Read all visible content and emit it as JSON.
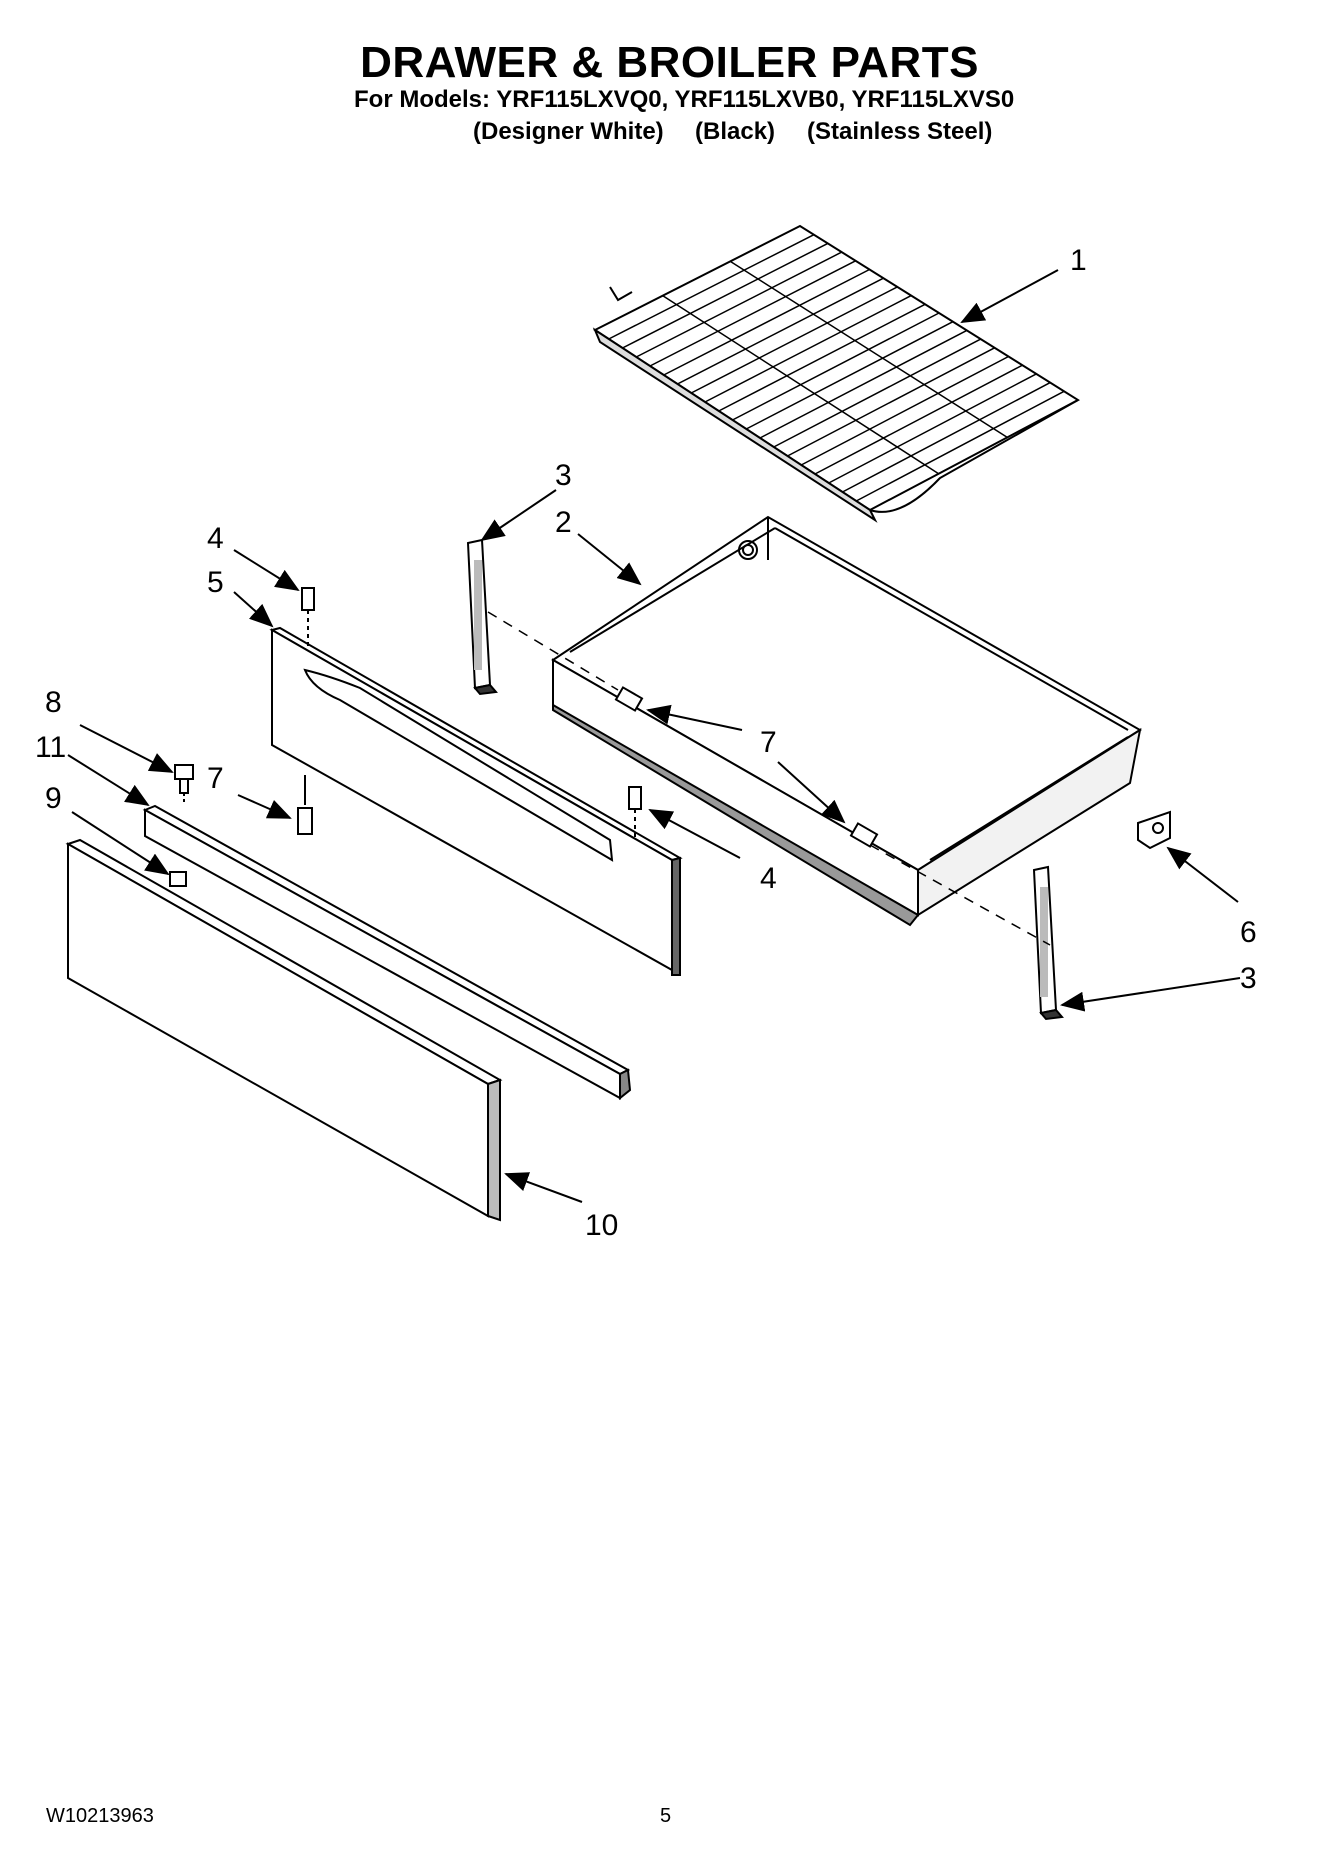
{
  "header": {
    "title": "DRAWER & BROILER PARTS",
    "models_line": "For Models: YRF115LXVQ0, YRF115LXVB0, YRF115LXVS0",
    "variants": [
      "(Designer White)",
      "(Black)",
      "(Stainless Steel)"
    ]
  },
  "callouts": [
    "1",
    "3",
    "2",
    "4",
    "5",
    "8",
    "11",
    "7",
    "9",
    "7",
    "4",
    "6",
    "3",
    "10"
  ],
  "footer": {
    "doc_number": "W10213963",
    "page_number": "5"
  }
}
